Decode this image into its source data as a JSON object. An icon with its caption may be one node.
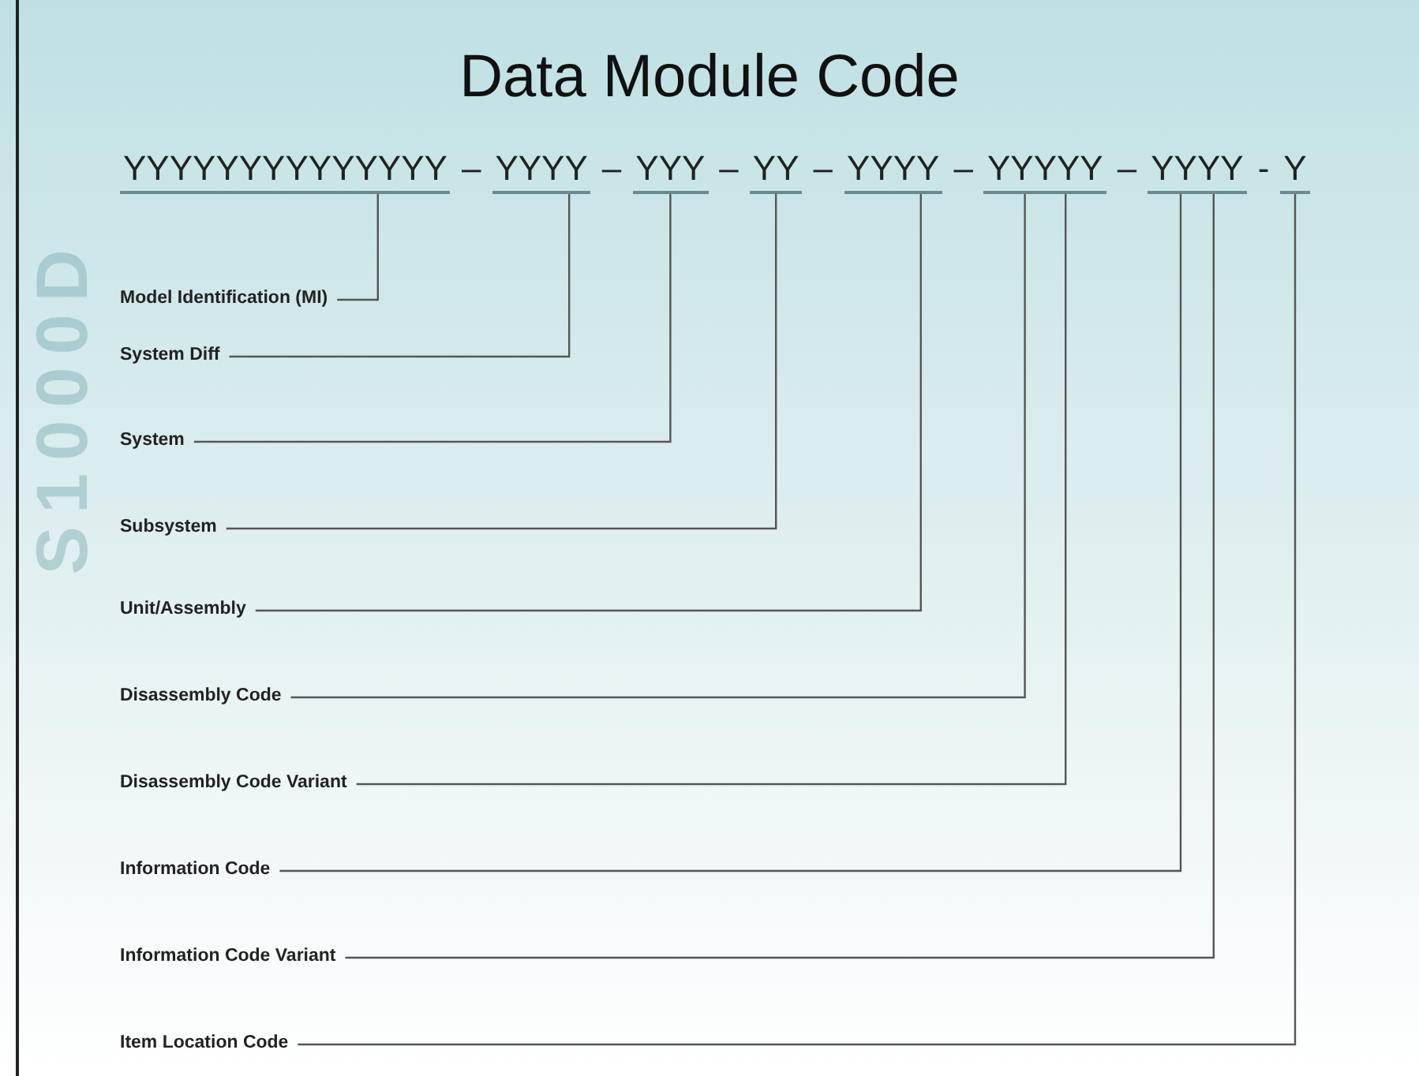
{
  "diagram": {
    "title": "Data Module Code",
    "nodes": [
      {
        "text": [
          "YYYYYYYYYYYYYY"
        ]
      },
      {
        "text": [
          "YYYY"
        ]
      },
      {
        "text": [
          "YYY"
        ]
      },
      {
        "text": [
          "YY"
        ]
      },
      {
        "text": [
          "YYYY"
        ]
      },
      {
        "text": [
          "YYYYY"
        ]
      },
      {
        "text": [
          "YYYY"
        ]
      },
      {
        "text": [
          "Y"
        ]
      },
      {
        "text": [
          "Model Identification (MI)"
        ]
      },
      {
        "text": [
          "System Diff"
        ]
      },
      {
        "text": [
          "System"
        ]
      },
      {
        "text": [
          "Subsystem"
        ]
      },
      {
        "text": [
          "Unit/Assembly"
        ]
      },
      {
        "text": [
          "Disassembly Code"
        ]
      },
      {
        "text": [
          "Disassembly Code Variant"
        ]
      },
      {
        "text": [
          "Information Code"
        ]
      },
      {
        "text": [
          "Information Code Variant"
        ]
      },
      {
        "text": [
          "Item Location Code"
        ]
      }
    ],
    "edges": [
      {
        "from": 8,
        "to": 0,
        "arrow": "none"
      },
      {
        "from": 9,
        "to": 1,
        "arrow": "none"
      },
      {
        "from": 10,
        "to": 2,
        "arrow": "none"
      },
      {
        "from": 11,
        "to": 3,
        "arrow": "none"
      },
      {
        "from": 12,
        "to": 4,
        "arrow": "none"
      },
      {
        "from": 13,
        "to": 5,
        "arrow": "none"
      },
      {
        "from": 14,
        "to": 5,
        "arrow": "none"
      },
      {
        "from": 15,
        "to": 6,
        "arrow": "none"
      },
      {
        "from": 16,
        "to": 6,
        "arrow": "none"
      },
      {
        "from": 17,
        "to": 7,
        "arrow": "none"
      }
    ],
    "labels": [
      "S1000D",
      "–",
      "–",
      "–",
      "–",
      "–",
      "–",
      "-"
    ]
  }
}
